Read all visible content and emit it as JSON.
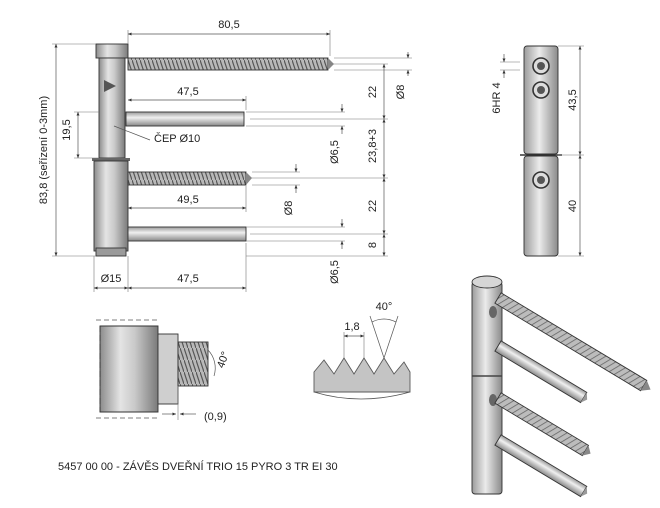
{
  "drawing": {
    "caption": "5457 00 00 - ZÁVĚS DVEŘNÍ TRIO 15 PYRO 3 TR EI 30",
    "dimensions": {
      "overall_width": "80,5",
      "height_total": "83,8 (seřízení 0-3mm)",
      "upper_pin_len": "47,5",
      "height_19_5": "19,5",
      "pin_label": "ČEP Ø10",
      "lower_screw_len": "49,5",
      "base_diameter": "Ø15",
      "lower_pin_len": "47,5",
      "dia_8_top": "Ø8",
      "dim_22_top": "22",
      "dim_23_8": "23,8+3",
      "dia_6_5_top": "Ø6,5",
      "dia_8_mid": "Ø8",
      "dim_22_bottom": "22",
      "dim_8": "8",
      "dia_6_5_bottom": "Ø6,5",
      "side_hole": "6HR 4",
      "side_upper": "43,5",
      "side_lower": "40",
      "thread_angle": "40°",
      "thread_pitch": "1,8",
      "thread_angle_2": "40°",
      "gap": "(0,9)"
    }
  }
}
